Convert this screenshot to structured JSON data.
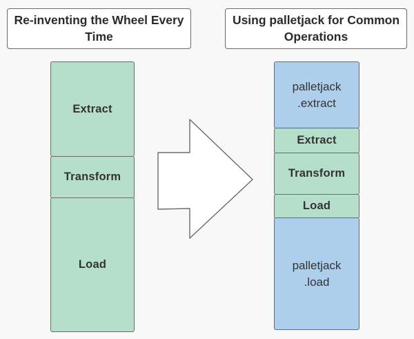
{
  "background_color": "#f8f8f8",
  "colors": {
    "green_block": "#b5dfca",
    "blue_block": "#aecfeb",
    "block_border": "#6a6a6a",
    "title_border": "#6b6b6b",
    "title_background": "#ffffff",
    "text": "#333333",
    "arrow_fill": "#ffffff",
    "arrow_stroke": "#6a6a6a"
  },
  "titles": {
    "left": "Re-inventing the Wheel Every Time",
    "right": "Using palletjack for Common Operations"
  },
  "left_column": {
    "blocks": [
      {
        "label": "Extract",
        "color": "green",
        "style": "etl"
      },
      {
        "label": "Transform",
        "color": "green",
        "style": "etl"
      },
      {
        "label": "Load",
        "color": "green",
        "style": "etl"
      }
    ]
  },
  "right_column": {
    "blocks": [
      {
        "label": "palletjack\n.extract",
        "color": "blue",
        "style": "api"
      },
      {
        "label": "Extract",
        "color": "green",
        "style": "etl"
      },
      {
        "label": "Transform",
        "color": "green",
        "style": "etl"
      },
      {
        "label": "Load",
        "color": "green",
        "style": "etl"
      },
      {
        "label": "palletjack\n.load",
        "color": "blue",
        "style": "api"
      }
    ]
  },
  "arrow": {
    "direction": "right",
    "icon": "right-arrow-icon"
  }
}
